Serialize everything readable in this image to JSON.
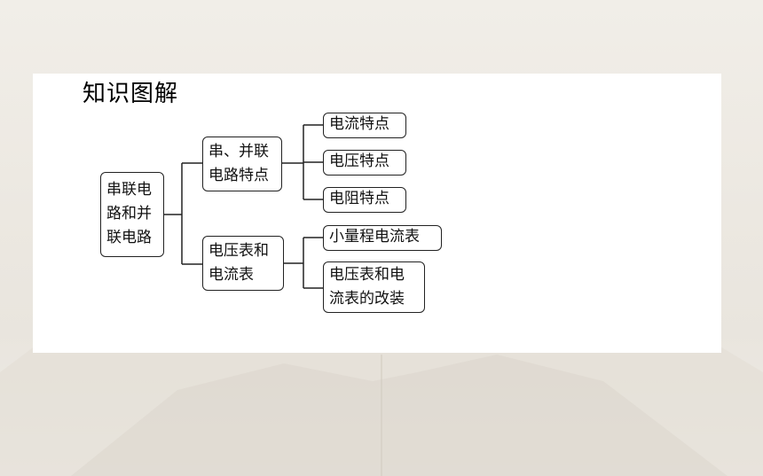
{
  "title": "知识图解",
  "root": {
    "lines": [
      "串联电",
      "路和并",
      "联电路"
    ]
  },
  "branches": [
    {
      "lines": [
        "串、并联",
        "电路特点"
      ],
      "children": [
        {
          "lines": [
            "电流特点"
          ]
        },
        {
          "lines": [
            "电压特点"
          ]
        },
        {
          "lines": [
            "电阻特点"
          ]
        }
      ]
    },
    {
      "lines": [
        "电压表和",
        "电流表"
      ],
      "children": [
        {
          "lines": [
            "小量程电流表"
          ]
        },
        {
          "lines": [
            "电压表和电",
            "流表的改装"
          ]
        }
      ]
    }
  ],
  "colors": {
    "line": "#222222",
    "panel": "#ffffff"
  }
}
